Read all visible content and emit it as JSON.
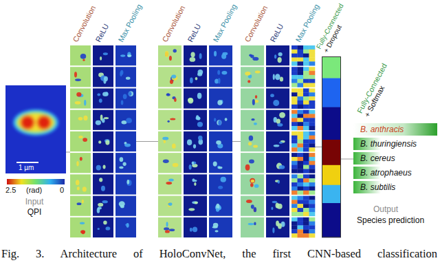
{
  "diagram": {
    "caption": "Fig. 3. Architecture of HoloConvNet, the first CNN-based classification",
    "nodes": [
      {
        "text": [
          "Input",
          "QPI"
        ]
      },
      {
        "text": [
          "Convolution"
        ]
      },
      {
        "text": [
          "ReLU"
        ]
      },
      {
        "text": [
          "Max Pooling"
        ]
      },
      {
        "text": [
          "Convolution"
        ]
      },
      {
        "text": [
          "ReLU"
        ]
      },
      {
        "text": [
          "Max Pooling"
        ]
      },
      {
        "text": [
          "Convolution"
        ]
      },
      {
        "text": [
          "ReLU"
        ]
      },
      {
        "text": [
          "Max Pooling"
        ]
      },
      {
        "text": [
          "Fully-Connected",
          "+ Dropout"
        ]
      },
      {
        "text": [
          "Fully-Connected",
          "+ Softmax"
        ]
      }
    ],
    "edges": [
      {
        "from": 0,
        "to": 1,
        "arrow": "none"
      },
      {
        "from": 3,
        "to": 4,
        "arrow": "none"
      },
      {
        "from": 6,
        "to": 7,
        "arrow": "none"
      },
      {
        "from": 9,
        "to": 10,
        "arrow": "none"
      },
      {
        "from": 10,
        "to": 11,
        "arrow": "none"
      }
    ],
    "labels": [
      "1 µm",
      "2.5",
      "(rad)",
      "0",
      "B. anthracis",
      "B. thuringiensis",
      "B. cereus",
      "B. atrophaeus",
      "B. subtilis",
      "Output",
      "Species prediction"
    ]
  }
}
